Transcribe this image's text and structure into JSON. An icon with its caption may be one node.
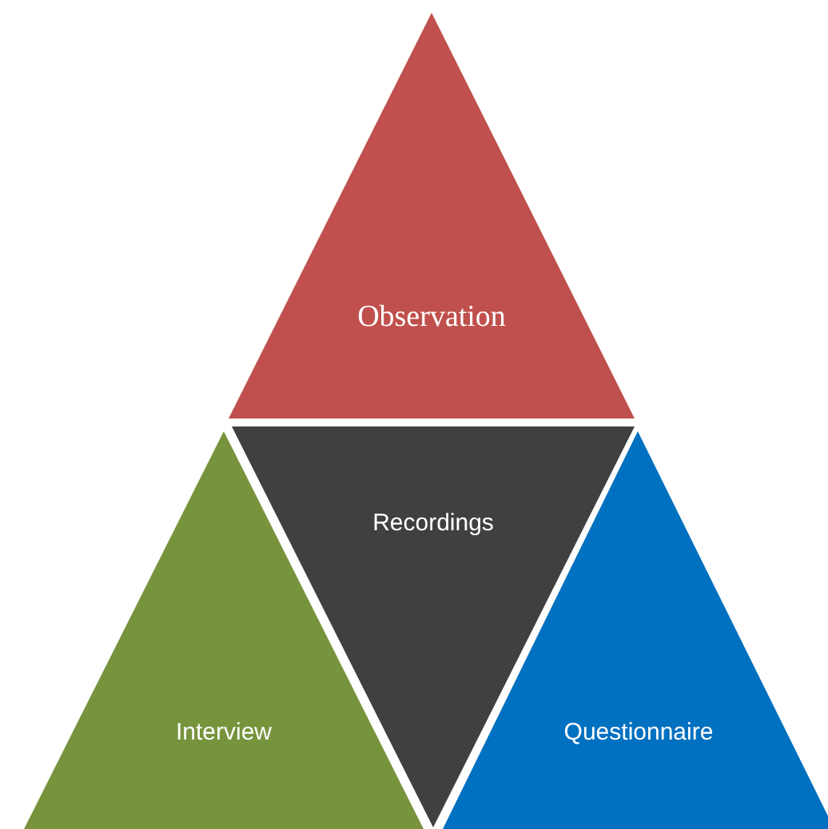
{
  "diagram": {
    "nodes": [
      {
        "text": [
          "Observation"
        ]
      },
      {
        "text": [
          "Recordings"
        ]
      },
      {
        "text": [
          "Interview"
        ]
      },
      {
        "text": [
          "Questionnaire"
        ]
      }
    ]
  }
}
